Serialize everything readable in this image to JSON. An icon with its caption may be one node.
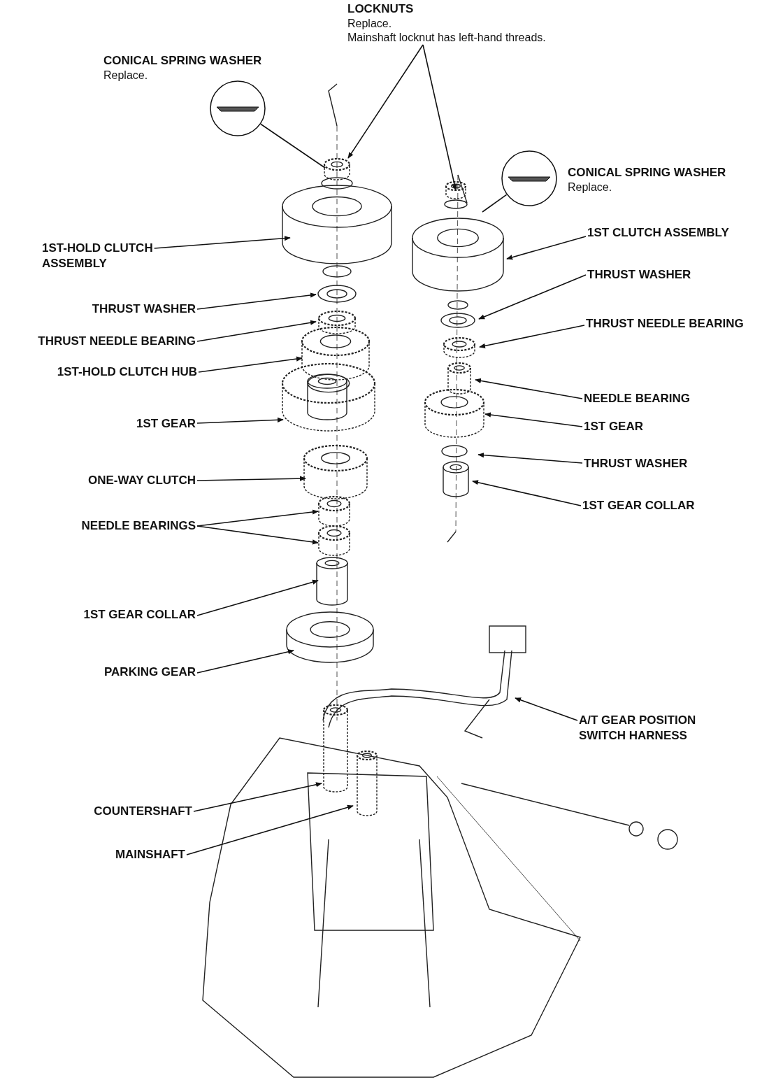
{
  "diagram": {
    "nodes": [
      {
        "text": [
          "LOCKNUTS",
          "Replace.",
          "Mainshaft locknut has left-hand threads."
        ]
      },
      {
        "text": [
          "CONICAL SPRING WASHER",
          "Replace."
        ]
      },
      {
        "text": [],
        "shape": "circle"
      },
      {
        "text": [],
        "shape": "circle"
      },
      {
        "text": [
          "CONICAL SPRING WASHER",
          "Replace."
        ]
      },
      {
        "text": [
          "1ST-HOLD CLUTCH ASSEMBLY"
        ]
      },
      {
        "text": [
          "1ST CLUTCH ASSEMBLY"
        ]
      },
      {
        "text": [
          "THRUST WASHER"
        ]
      },
      {
        "text": [
          "THRUST WASHER"
        ]
      },
      {
        "text": [
          "THRUST NEEDLE BEARING"
        ]
      },
      {
        "text": [
          "THRUST NEEDLE BEARING"
        ]
      },
      {
        "text": [
          "1ST-HOLD CLUTCH HUB"
        ]
      },
      {
        "text": [
          "NEEDLE BEARING"
        ]
      },
      {
        "text": [
          "1ST GEAR"
        ]
      },
      {
        "text": [
          "1ST GEAR"
        ]
      },
      {
        "text": [
          "THRUST WASHER"
        ]
      },
      {
        "text": [
          "ONE-WAY CLUTCH"
        ]
      },
      {
        "text": [
          "1ST GEAR COLLAR"
        ]
      },
      {
        "text": [
          "NEEDLE BEARINGS"
        ]
      },
      {
        "text": [
          "1ST GEAR COLLAR"
        ]
      },
      {
        "text": [
          "PARKING GEAR"
        ]
      },
      {
        "text": [
          "A/T GEAR POSITION SWITCH HARNESS"
        ]
      },
      {
        "text": [
          "COUNTERSHAFT"
        ]
      },
      {
        "text": [
          "MAINSHAFT"
        ]
      }
    ],
    "edges": [
      {
        "from": 0,
        "to": null,
        "arrow": "to"
      },
      {
        "from": 0,
        "to": null,
        "arrow": "to"
      },
      {
        "from": 2,
        "to": null,
        "arrow": "none"
      },
      {
        "from": 3,
        "to": null,
        "arrow": "none"
      },
      {
        "from": 5,
        "to": null,
        "arrow": "to"
      },
      {
        "from": 6,
        "to": null,
        "arrow": "to"
      },
      {
        "from": 7,
        "to": null,
        "arrow": "to"
      },
      {
        "from": 8,
        "to": null,
        "arrow": "to"
      },
      {
        "from": 9,
        "to": null,
        "arrow": "to"
      },
      {
        "from": 10,
        "to": null,
        "arrow": "to"
      },
      {
        "from": 11,
        "to": null,
        "arrow": "to"
      },
      {
        "from": 12,
        "to": null,
        "arrow": "to"
      },
      {
        "from": 13,
        "to": null,
        "arrow": "to"
      },
      {
        "from": 14,
        "to": null,
        "arrow": "to"
      },
      {
        "from": 15,
        "to": null,
        "arrow": "to"
      },
      {
        "from": 16,
        "to": null,
        "arrow": "to"
      },
      {
        "from": 17,
        "to": null,
        "arrow": "to"
      },
      {
        "from": 18,
        "to": null,
        "arrow": "to"
      },
      {
        "from": 18,
        "to": null,
        "arrow": "to"
      },
      {
        "from": 19,
        "to": null,
        "arrow": "to"
      },
      {
        "from": 20,
        "to": null,
        "arrow": "to"
      },
      {
        "from": 21,
        "to": null,
        "arrow": "to"
      },
      {
        "from": 22,
        "to": null,
        "arrow": "to"
      },
      {
        "from": 23,
        "to": null,
        "arrow": "to"
      }
    ]
  }
}
